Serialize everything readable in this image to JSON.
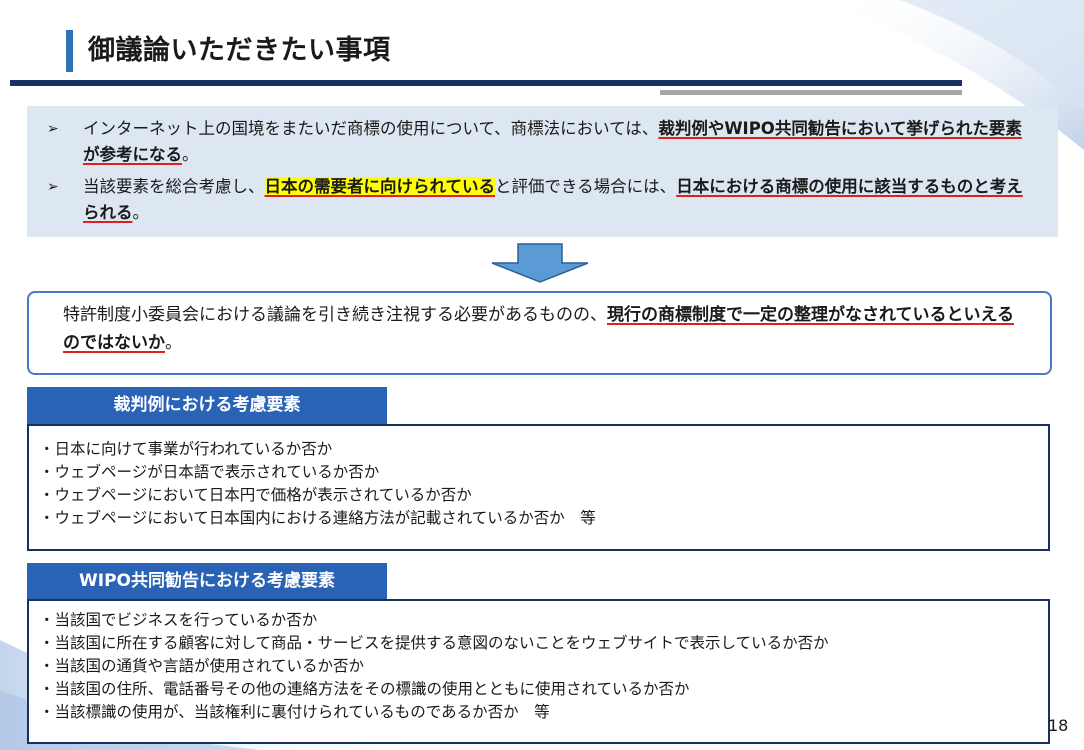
{
  "title": "御議論いただきたい事項",
  "summary": {
    "arrow_glyph": "➢",
    "bullet1": {
      "pre": "インターネット上の国境をまたいだ商標の使用について、商標法においては、",
      "strong": "裁判例やWIPO共同勧告において挙げられた要素が参考になる",
      "post": "。"
    },
    "bullet2": {
      "pre": "当該要素を総合考慮し、",
      "highlight": "日本の需要者に向けられている",
      "mid": "と評価できる場合には、",
      "strong": "日本における商標の使用に該当するものと考えられる",
      "post": "。"
    }
  },
  "conclusion": {
    "pre": "特許制度小委員会における議論を引き続き注視する必要があるものの、",
    "strong": "現行の商標制度で一定の整理がなされているといえるのではないか",
    "post": "。"
  },
  "case_law": {
    "header": "裁判例における考慮要素",
    "items": [
      "・日本に向けて事業が行われているか否か",
      "・ウェブページが日本語で表示されているか否か",
      "・ウェブページにおいて日本円で価格が表示されているか否か",
      "・ウェブページにおいて日本国内における連絡方法が記載されているか否か　等"
    ]
  },
  "wipo": {
    "header": "WIPO共同勧告における考慮要素",
    "items": [
      "・当該国でビジネスを行っているか否か",
      "・当該国に所在する顧客に対して商品・サービスを提供する意図のないことをウェブサイトで表示しているか否か",
      "・当該国の通貨や言語が使用されているか否か",
      "・当該国の住所、電話番号その他の連絡方法をその標識の使用とともに使用されているか否か",
      "・当該標識の使用が、当該権利に裏付けられているものであるか否か　等"
    ]
  },
  "page_number": "18",
  "colors": {
    "accent": "#2e74b5",
    "navy": "#17325f",
    "tab_blue": "#2a62b6",
    "summary_bg": "#dde7f1",
    "underline_red": "#e02020",
    "highlight_yellow": "#ffff00"
  }
}
